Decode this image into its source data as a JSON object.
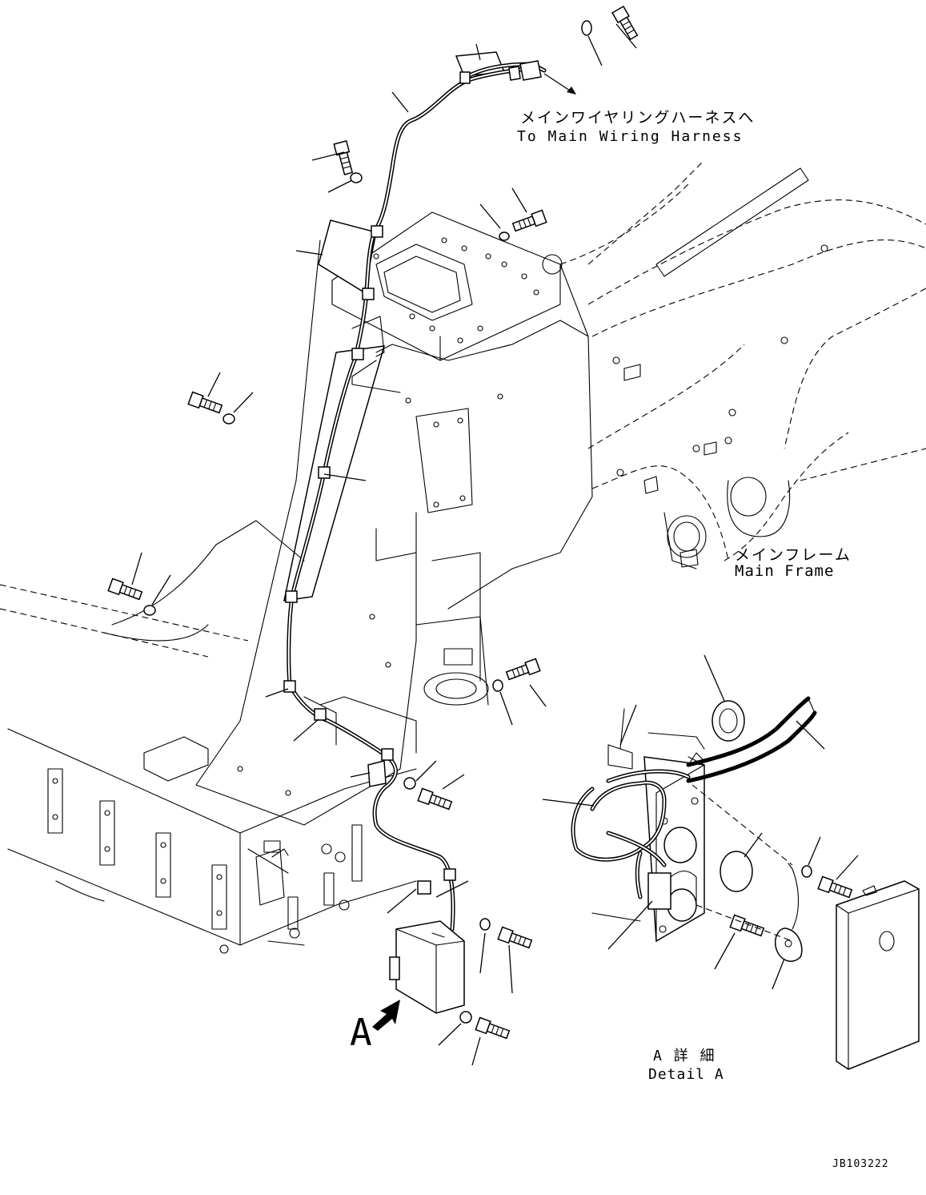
{
  "labels": {
    "main_harness_jp": "メインワイヤリングハーネスへ",
    "main_harness_en": "To Main Wiring Harness",
    "main_frame_jp": "メインフレーム",
    "main_frame_en": "Main Frame",
    "view_marker": "A",
    "detail_jp": "A 詳 細",
    "detail_en": "Detail A",
    "drawing_number": "JB103222"
  }
}
